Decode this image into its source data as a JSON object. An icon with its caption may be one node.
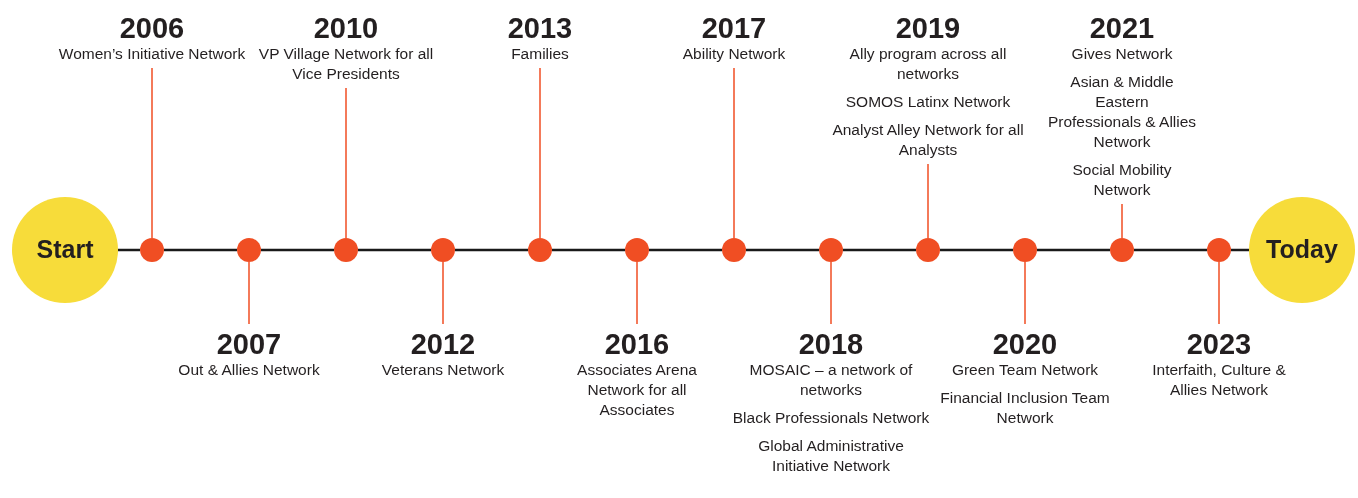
{
  "diagram": {
    "nodes": [
      {
        "text": [
          "Start"
        ]
      },
      {
        "text": [],
        "shape": "circle"
      },
      {
        "text": [],
        "shape": "circle"
      },
      {
        "text": [],
        "shape": "circle"
      },
      {
        "text": [],
        "shape": "circle"
      },
      {
        "text": [],
        "shape": "circle"
      },
      {
        "text": [],
        "shape": "circle"
      },
      {
        "text": [],
        "shape": "circle"
      },
      {
        "text": [],
        "shape": "circle"
      },
      {
        "text": [],
        "shape": "circle"
      },
      {
        "text": [],
        "shape": "circle"
      },
      {
        "text": [],
        "shape": "circle"
      },
      {
        "text": [],
        "shape": "circle"
      },
      {
        "text": [
          "Today"
        ]
      },
      {
        "text": [
          "2006",
          "Women’s Initiative Network"
        ]
      },
      {
        "text": [
          "2007",
          "Out & Allies Network"
        ]
      },
      {
        "text": [
          "2010",
          "VP Village Network for all Vice Presidents"
        ]
      },
      {
        "text": [
          "2012",
          "Veterans Network"
        ]
      },
      {
        "text": [
          "2013",
          "Families"
        ]
      },
      {
        "text": [
          "2016",
          "Associates Arena Network for all Associates"
        ]
      },
      {
        "text": [
          "2017",
          "Ability Network"
        ]
      },
      {
        "text": [
          "2018",
          "MOSAIC – a network of networks",
          "Black Professionals Network",
          "Global Administrative Initiative Network"
        ]
      },
      {
        "text": [
          "2019",
          "Ally program across all networks",
          "SOMOS Latinx Network",
          "Analyst Alley Network for all Analysts"
        ]
      },
      {
        "text": [
          "2020",
          "Green Team Network",
          "Financial Inclusion Team Network"
        ]
      },
      {
        "text": [
          "2021",
          "Gives Network",
          "Asian & Middle Eastern Professionals & Allies Network",
          "Social Mobility Network"
        ]
      },
      {
        "text": [
          "2023",
          "Interfaith, Culture & Allies Network"
        ]
      }
    ],
    "edges": [
      {
        "from": 0,
        "to": 1,
        "arrow": "none"
      },
      {
        "from": 1,
        "to": 2,
        "arrow": "none"
      },
      {
        "from": 2,
        "to": 3,
        "arrow": "none"
      },
      {
        "from": 3,
        "to": 4,
        "arrow": "none"
      },
      {
        "from": 4,
        "to": 5,
        "arrow": "none"
      },
      {
        "from": 5,
        "to": 6,
        "arrow": "none"
      },
      {
        "from": 6,
        "to": 7,
        "arrow": "none"
      },
      {
        "from": 7,
        "to": 8,
        "arrow": "none"
      },
      {
        "from": 8,
        "to": 9,
        "arrow": "none"
      },
      {
        "from": 9,
        "to": 10,
        "arrow": "none"
      },
      {
        "from": 10,
        "to": 11,
        "arrow": "none"
      },
      {
        "from": 11,
        "to": 12,
        "arrow": "none"
      },
      {
        "from": 12,
        "to": 13,
        "arrow": "none"
      },
      {
        "from": 1,
        "to": 14,
        "arrow": "none",
        "color": "#f04e23"
      },
      {
        "from": 2,
        "to": 15,
        "arrow": "none",
        "color": "#f04e23"
      },
      {
        "from": 3,
        "to": 16,
        "arrow": "none",
        "color": "#f04e23"
      },
      {
        "from": 4,
        "to": 17,
        "arrow": "none",
        "color": "#f04e23"
      },
      {
        "from": 5,
        "to": 18,
        "arrow": "none",
        "color": "#f04e23"
      },
      {
        "from": 6,
        "to": 19,
        "arrow": "none",
        "color": "#f04e23"
      },
      {
        "from": 7,
        "to": 20,
        "arrow": "none",
        "color": "#f04e23"
      },
      {
        "from": 8,
        "to": 21,
        "arrow": "none",
        "color": "#f04e23"
      },
      {
        "from": 9,
        "to": 22,
        "arrow": "none",
        "color": "#f04e23"
      },
      {
        "from": 10,
        "to": 23,
        "arrow": "none",
        "color": "#f04e23"
      },
      {
        "from": 11,
        "to": 24,
        "arrow": "none",
        "color": "#f04e23"
      },
      {
        "from": 12,
        "to": 25,
        "arrow": "none",
        "color": "#f04e23"
      }
    ]
  }
}
